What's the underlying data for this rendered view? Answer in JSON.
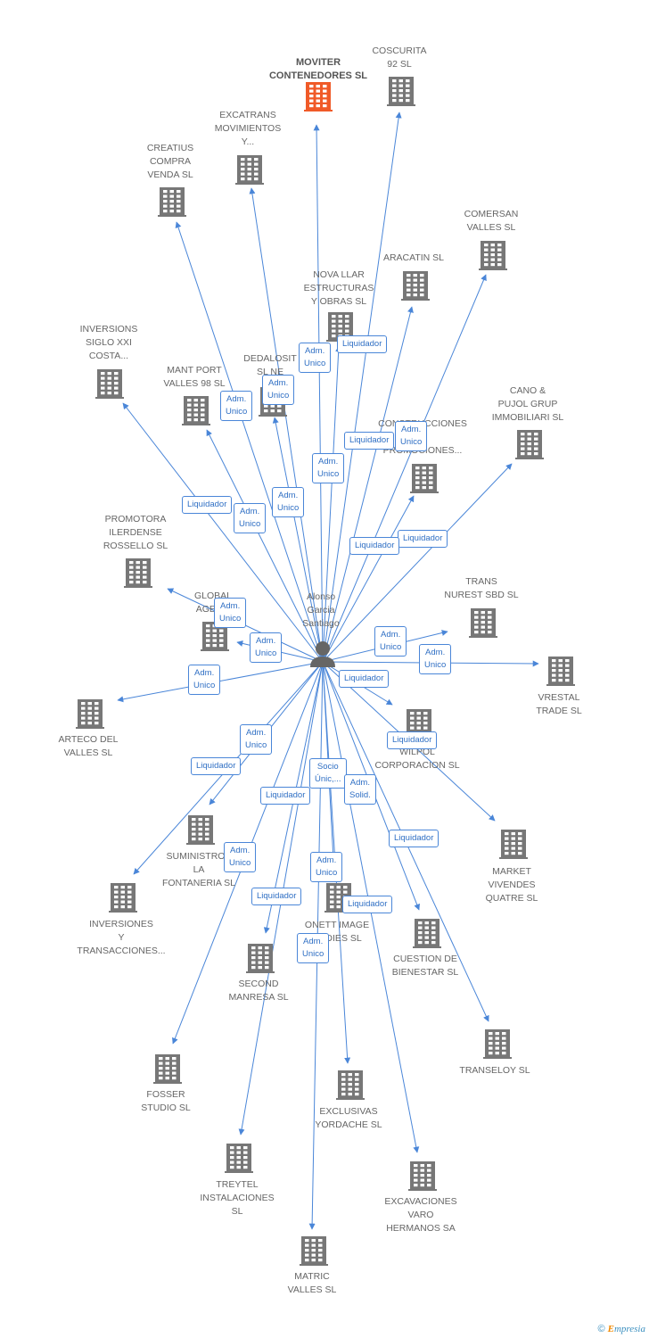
{
  "center": {
    "name": "Alonso\nGarcia\nSantiago",
    "icon": "person-icon"
  },
  "colors": {
    "edge": "#4a86d8",
    "building": "#777777",
    "highlight": "#f05a28",
    "badge_text": "#2f6fc4"
  },
  "companies": [
    {
      "id": "moviter",
      "label": "MOVITER\nCONTENEDORES SL",
      "highlight": true,
      "icon": "building-icon"
    },
    {
      "id": "coscurita",
      "label": "COSCURITA\n92 SL",
      "icon": "building-icon"
    },
    {
      "id": "excatrans",
      "label": "EXCATRANS\nMOVIMIENTOS\nY...",
      "icon": "building-icon"
    },
    {
      "id": "creatius",
      "label": "CREATIUS\nCOMPRA\nVENDA SL",
      "icon": "building-icon"
    },
    {
      "id": "comersan",
      "label": "COMERSAN\nVALLES  SL",
      "icon": "building-icon"
    },
    {
      "id": "aracatin",
      "label": "ARACATIN SL",
      "icon": "building-icon"
    },
    {
      "id": "novallar",
      "label": "NOVA LLAR\nESTRUCTURAS\nY OBRAS SL",
      "icon": "building-icon"
    },
    {
      "id": "inversiones_siglo",
      "label": "INVERSIONS\nSIGLO XXI\nCOSTA...",
      "icon": "building-icon"
    },
    {
      "id": "mantport",
      "label": "MANT PORT\nVALLES 98 SL",
      "icon": "building-icon"
    },
    {
      "id": "dedalosit",
      "label": "DEDALOSIT\nSL NE",
      "icon": "building-icon"
    },
    {
      "id": "cano",
      "label": "CANO &\nPUJOL GRUP\nIMMOBILIARI SL",
      "icon": "building-icon"
    },
    {
      "id": "construcciones",
      "label": "CONSTRUCCIONES\nY\nPROMOCIONES...",
      "icon": "building-icon"
    },
    {
      "id": "promotora",
      "label": "PROMOTORA\nILERDENSE\nROSSELLO SL",
      "icon": "building-icon"
    },
    {
      "id": "trans_nurest",
      "label": "TRANS\nNUREST SBD SL",
      "icon": "building-icon"
    },
    {
      "id": "global",
      "label": "GLOBAL\nAGEN...",
      "icon": "building-icon"
    },
    {
      "id": "vrestal",
      "label": "VRESTAL\nTRADE SL",
      "icon": "building-icon"
    },
    {
      "id": "arteco",
      "label": "ARTECO DEL\nVALLES SL",
      "icon": "building-icon"
    },
    {
      "id": "wilpol",
      "label": "WILPOL\nCORPORACION SL",
      "icon": "building-icon"
    },
    {
      "id": "market",
      "label": "MARKET\nVIVENDES\nQUATRE SL",
      "icon": "building-icon"
    },
    {
      "id": "suministros",
      "label": "SUMINISTROS\nLA\nFONTANERIA  SL",
      "icon": "building-icon"
    },
    {
      "id": "inversiones_trans",
      "label": "INVERSIONES\nY\nTRANSACCIONES...",
      "icon": "building-icon"
    },
    {
      "id": "onett",
      "label": "ONETT IMAGE\nBODIES  SL",
      "icon": "building-icon"
    },
    {
      "id": "cuestion",
      "label": "CUESTION DE\nBIENESTAR SL",
      "icon": "building-icon"
    },
    {
      "id": "second",
      "label": "SECOND\nMANRESA SL",
      "icon": "building-icon"
    },
    {
      "id": "transeloy",
      "label": "TRANSELOY SL",
      "icon": "building-icon"
    },
    {
      "id": "fosser",
      "label": "FOSSER\nSTUDIO SL",
      "icon": "building-icon"
    },
    {
      "id": "exclusivas",
      "label": "EXCLUSIVAS\nYORDACHE  SL",
      "icon": "building-icon"
    },
    {
      "id": "treytel",
      "label": "TREYTEL\nINSTALACIONES\nSL",
      "icon": "building-icon"
    },
    {
      "id": "excavaciones",
      "label": "EXCAVACIONES\nVARO\nHERMANOS SA",
      "icon": "building-icon"
    },
    {
      "id": "matric",
      "label": "MATRIC\nVALLES SL",
      "icon": "building-icon"
    }
  ],
  "relations": [
    {
      "to": "moviter",
      "role": "Adm.\nUnico"
    },
    {
      "to": "coscurita",
      "role": "Liquidador"
    },
    {
      "to": "excatrans",
      "role": "Adm.\nUnico"
    },
    {
      "to": "creatius",
      "role": "Adm.\nUnico"
    },
    {
      "to": "comersan",
      "role": "Adm.\nUnico"
    },
    {
      "to": "aracatin",
      "role": "Liquidador"
    },
    {
      "to": "novallar",
      "role": "Adm.\nUnico"
    },
    {
      "to": "inversiones_siglo",
      "role": "Liquidador"
    },
    {
      "to": "mantport",
      "role": "Adm.\nUnico"
    },
    {
      "to": "dedalosit",
      "role": "Adm.\nUnico"
    },
    {
      "to": "cano",
      "role": "Liquidador"
    },
    {
      "to": "construcciones",
      "role": "Liquidador"
    },
    {
      "to": "promotora",
      "role": "Adm.\nUnico"
    },
    {
      "to": "trans_nurest",
      "role": "Adm.\nUnico"
    },
    {
      "to": "global",
      "role": "Adm.\nUnico"
    },
    {
      "to": "vrestal",
      "role": "Adm.\nUnico"
    },
    {
      "to": "arteco",
      "role": "Adm.\nUnico"
    },
    {
      "to": "wilpol",
      "role": "Liquidador"
    },
    {
      "to": "market",
      "role": "Liquidador"
    },
    {
      "to": "suministros",
      "role": "Adm.\nUnico"
    },
    {
      "to": "inversiones_trans",
      "role": "Liquidador"
    },
    {
      "to": "onett",
      "role": "Socio\nÚnic,..."
    },
    {
      "to": "cuestion",
      "role": "Adm.\nSolid."
    },
    {
      "to": "second",
      "role": "Liquidador"
    },
    {
      "to": "transeloy",
      "role": "Liquidador"
    },
    {
      "to": "fosser",
      "role": "Adm.\nUnico"
    },
    {
      "to": "exclusivas",
      "role": "Adm.\nUnico"
    },
    {
      "to": "treytel",
      "role": "Liquidador"
    },
    {
      "to": "excavaciones",
      "role": "Liquidador"
    },
    {
      "to": "matric",
      "role": "Adm.\nUnico"
    }
  ],
  "footer": {
    "copyright": "©",
    "brand_first": "E",
    "brand_rest": "mpresia"
  }
}
